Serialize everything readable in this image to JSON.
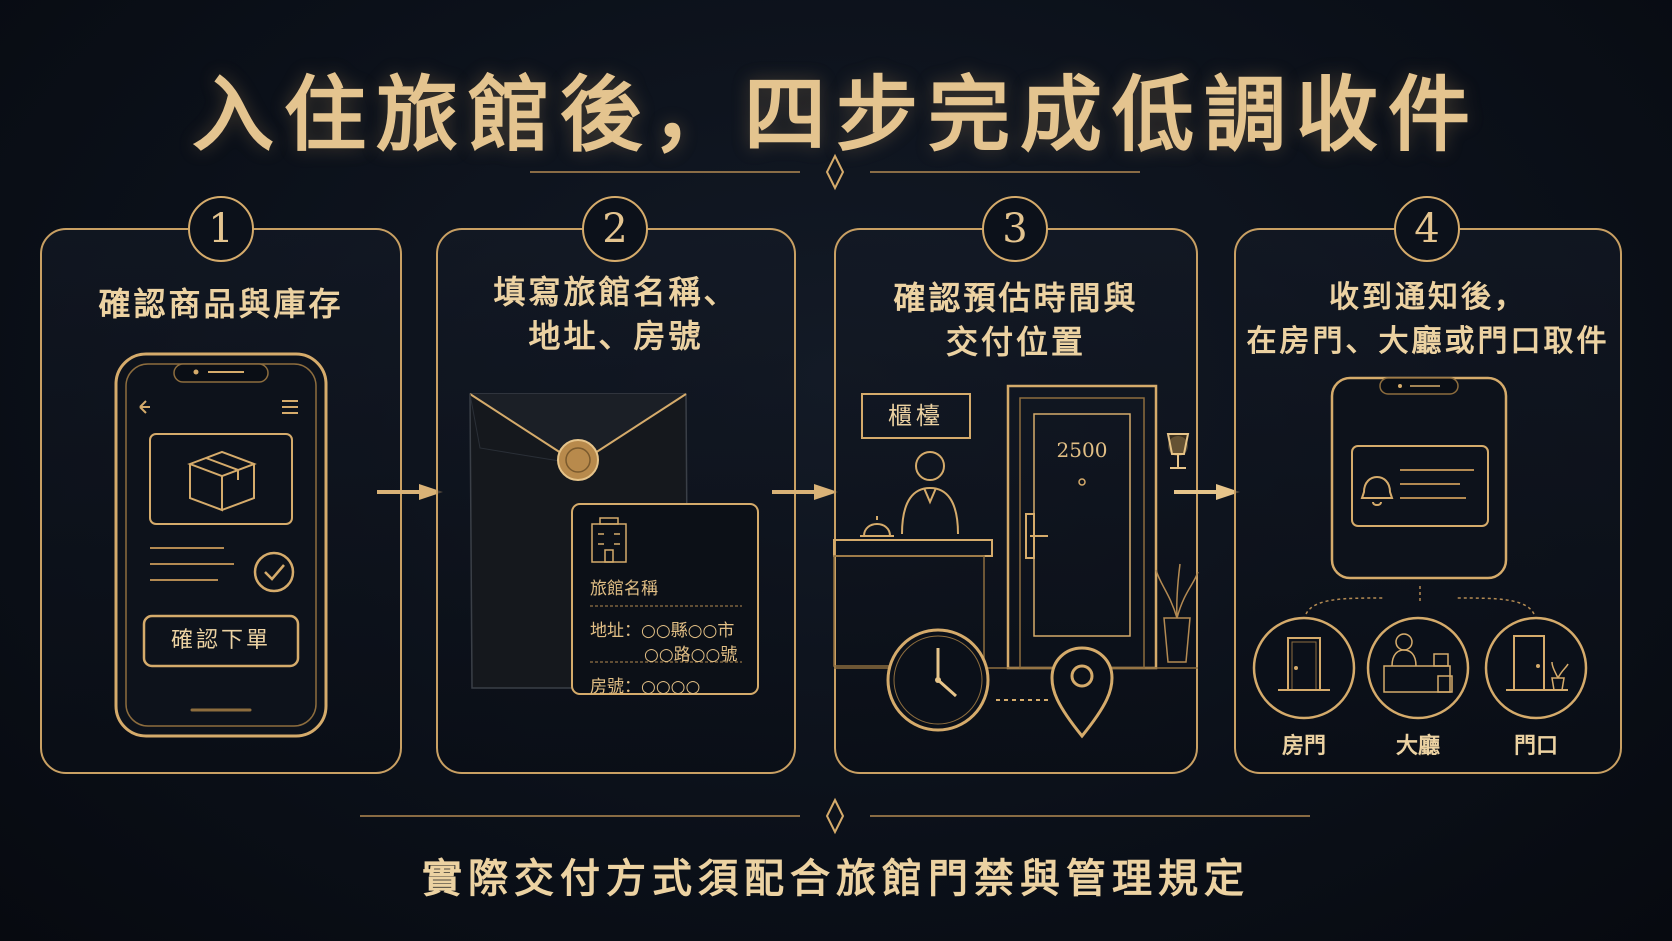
{
  "title": "入住旅館後，四步完成低調收件",
  "steps": [
    {
      "number": "1",
      "title_lines": [
        "確認商品與庫存"
      ],
      "button_label": "確認下單"
    },
    {
      "number": "2",
      "title_lines": [
        "填寫旅館名稱、",
        "地址、房號"
      ],
      "label_hotel_name": "旅館名稱",
      "label_address_1": "地址：○○縣○○市",
      "label_address_2": "○○路○○號",
      "label_room": "房號：○○○○"
    },
    {
      "number": "3",
      "title_lines": [
        "確認預估時間與",
        "交付位置"
      ],
      "counter_sign": "櫃檯",
      "room_number": "2500"
    },
    {
      "number": "4",
      "title_lines": [
        "收到通知後，",
        "在房門、大廳或門口取件"
      ],
      "options": [
        "房門",
        "大廳",
        "門口"
      ]
    }
  ],
  "footer_note": "實際交付方式須配合旅館門禁與管理規定",
  "colors": {
    "gold": "#d5ab6b",
    "background": "#0b1019",
    "text": "#ecd2a2"
  }
}
